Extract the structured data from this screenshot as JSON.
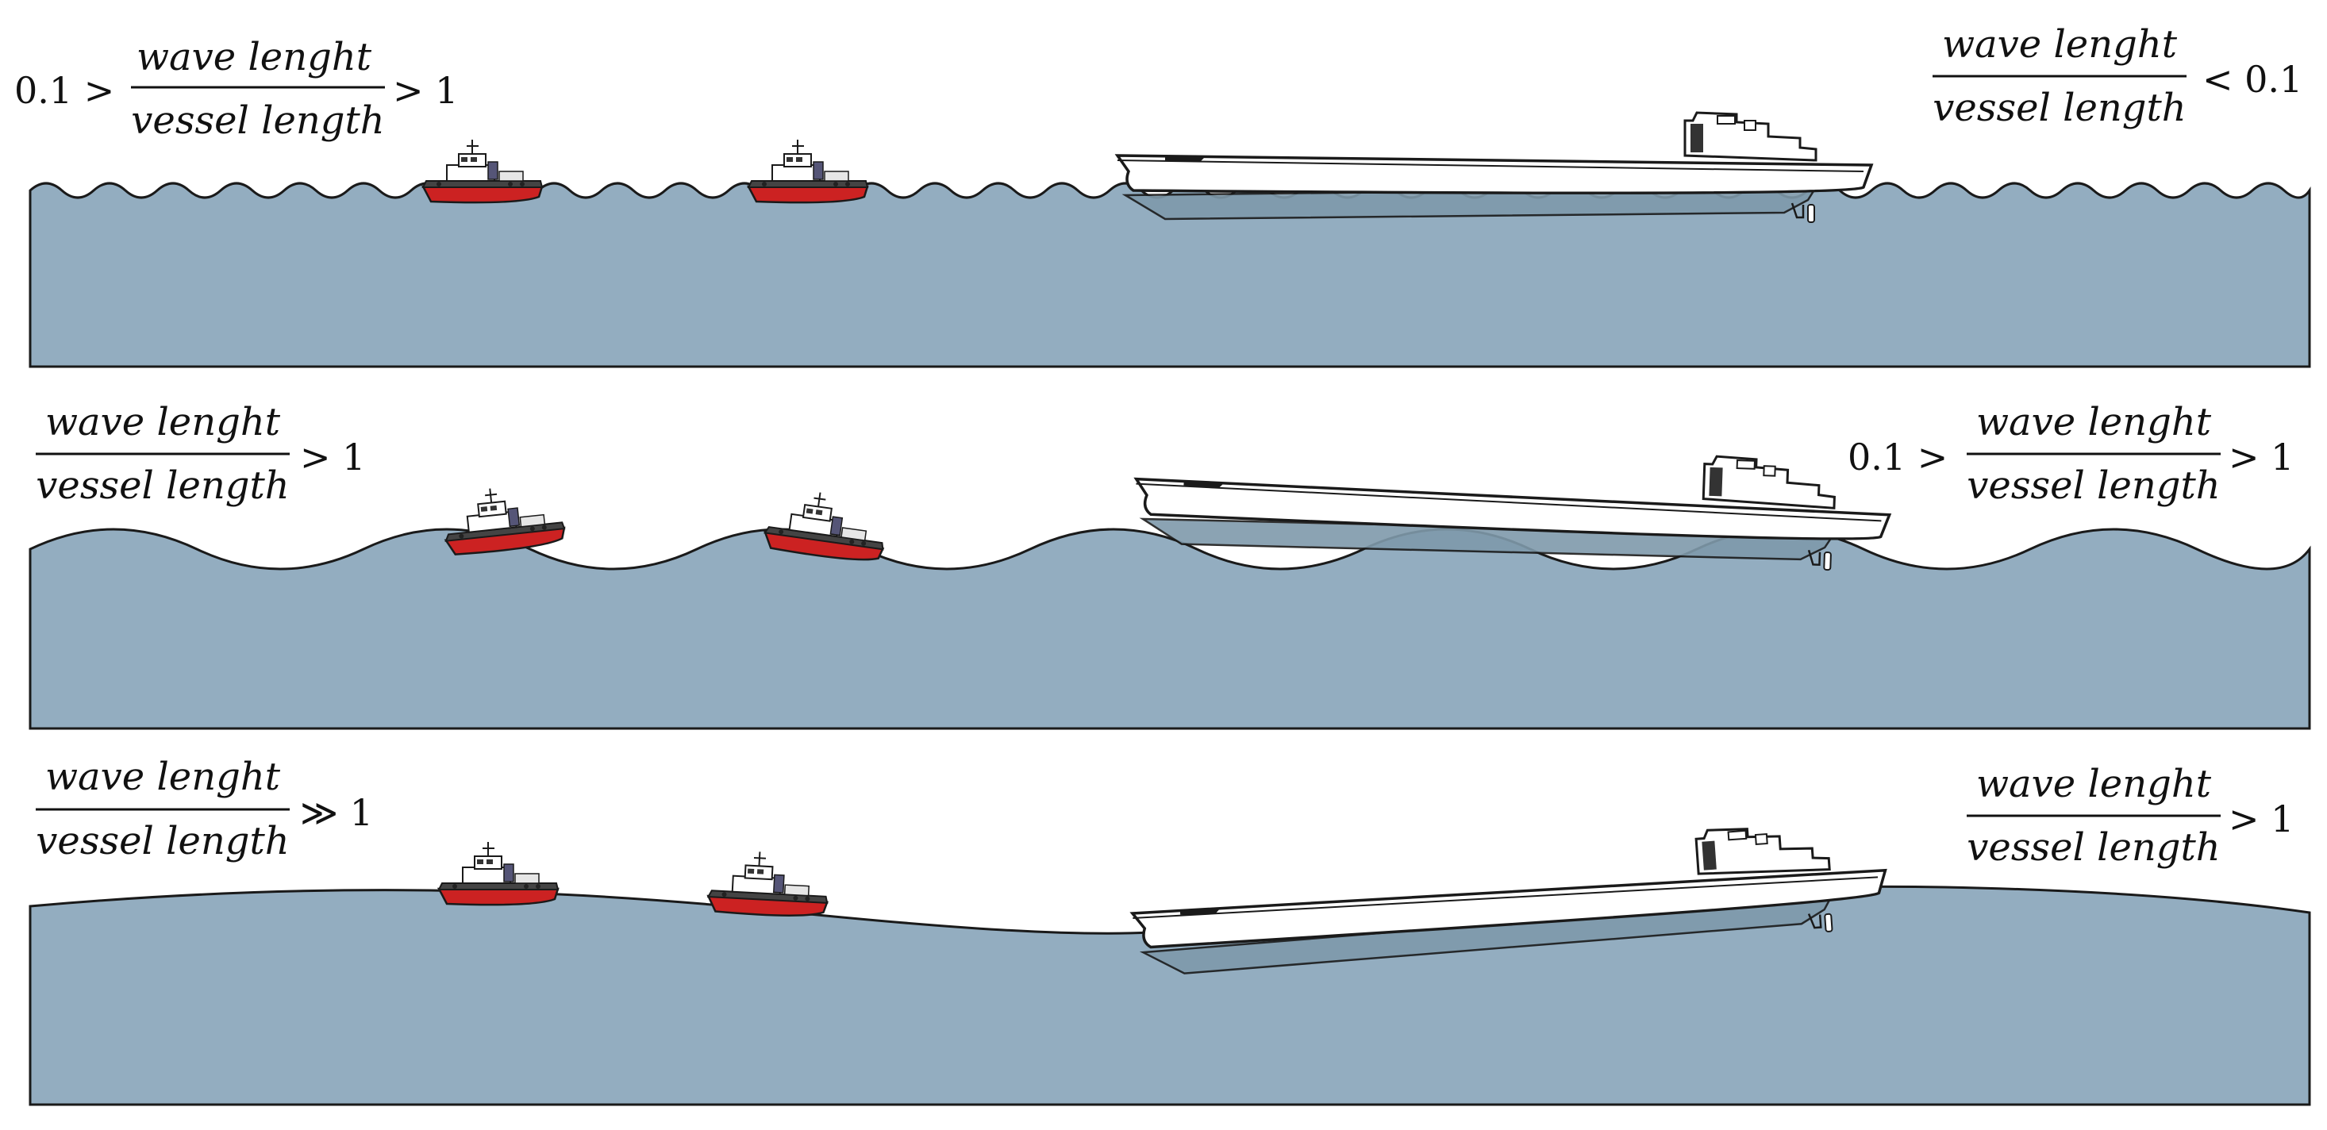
{
  "labels": {
    "numerator": "wave lenght",
    "denominator": "vessel length",
    "lower_bound": "0.1",
    "one": "1",
    "gt": ">",
    "lt": "<",
    "much_gt": "≫"
  },
  "rows": [
    {
      "id": "short-waves",
      "left_condition": {
        "prefix": "0.1 >",
        "suffix": "> 1"
      },
      "right_condition": {
        "prefix": "",
        "suffix": "< 0.1"
      }
    },
    {
      "id": "medium-waves",
      "left_condition": {
        "prefix": "",
        "suffix": "> 1"
      },
      "right_condition": {
        "prefix": "0.1 >",
        "suffix": "> 1"
      }
    },
    {
      "id": "long-waves",
      "left_condition": {
        "prefix": "",
        "suffix": "≫ 1"
      },
      "right_condition": {
        "prefix": "",
        "suffix": "> 1"
      }
    }
  ],
  "colors": {
    "water": "#93adc0",
    "outline": "#1a1a1a",
    "hull_white": "#ffffff",
    "tug_red": "#cc2222",
    "submerged_tint": "#7f9aab"
  }
}
